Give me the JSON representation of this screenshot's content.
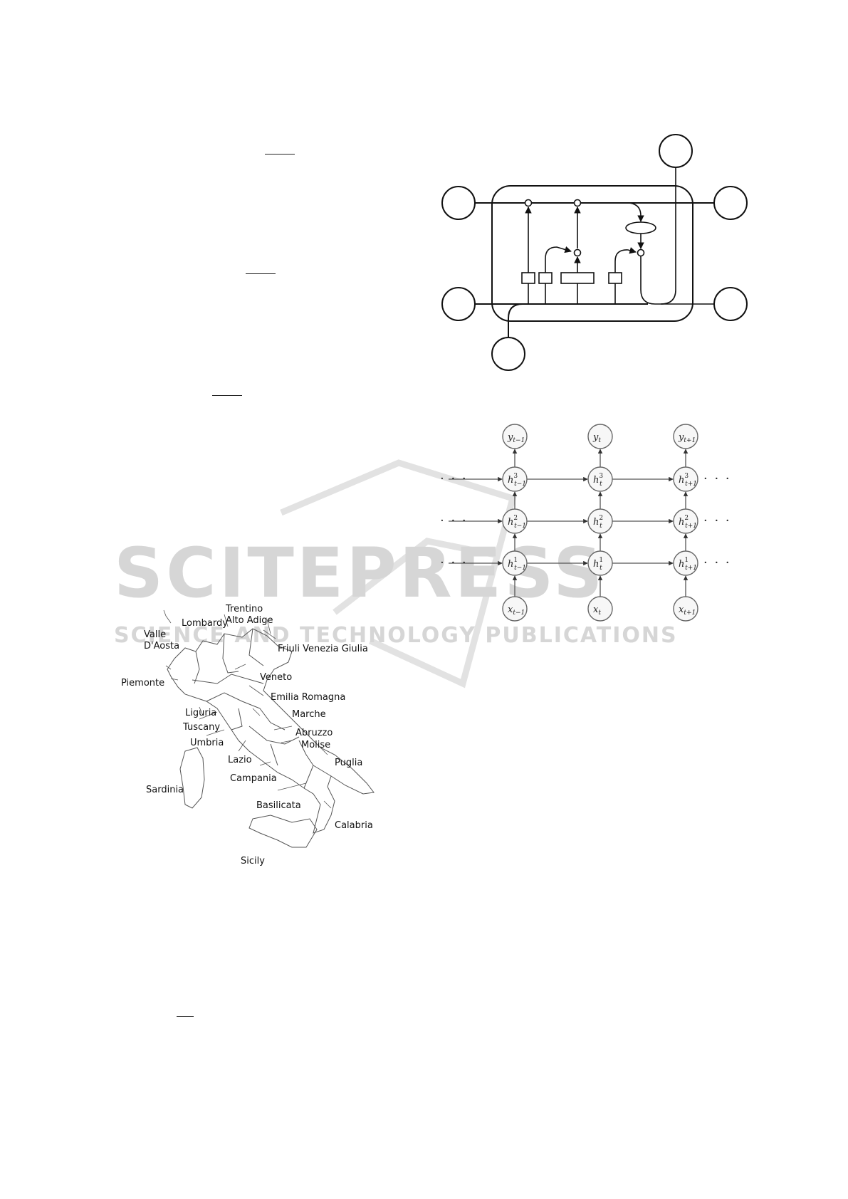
{
  "watermark": {
    "main": "SCITEPRESS",
    "sub": "SCIENCE AND TECHNOLOGY PUBLICATIONS"
  },
  "rnn_diagram": {
    "outputs": [
      {
        "base": "y",
        "sub": "t−1"
      },
      {
        "base": "y",
        "sub": "t"
      },
      {
        "base": "y",
        "sub": "t+1"
      }
    ],
    "inputs": [
      {
        "base": "x",
        "sub": "t−1"
      },
      {
        "base": "x",
        "sub": "t"
      },
      {
        "base": "x",
        "sub": "t+1"
      }
    ],
    "hidden": [
      [
        {
          "base": "h",
          "sup": "3",
          "sub": "t−1"
        },
        {
          "base": "h",
          "sup": "3",
          "sub": "t"
        },
        {
          "base": "h",
          "sup": "3",
          "sub": "t+1"
        }
      ],
      [
        {
          "base": "h",
          "sup": "2",
          "sub": "t−1"
        },
        {
          "base": "h",
          "sup": "2",
          "sub": "t"
        },
        {
          "base": "h",
          "sup": "2",
          "sub": "t+1"
        }
      ],
      [
        {
          "base": "h",
          "sup": "1",
          "sub": "t−1"
        },
        {
          "base": "h",
          "sup": "1",
          "sub": "t"
        },
        {
          "base": "h",
          "sup": "1",
          "sub": "t+1"
        }
      ]
    ],
    "ellipsis": "· · ·"
  },
  "map": {
    "regions": [
      "Trentino",
      "Alto Adige",
      "Lombardy",
      "Valle",
      "D'Aosta",
      "Friuli Venezia Giulia",
      "Piemonte",
      "Veneto",
      "Emilia Romagna",
      "Liguria",
      "Marche",
      "Tuscany",
      "Abruzzo",
      "Umbria",
      "Molise",
      "Lazio",
      "Puglia",
      "Campania",
      "Sardinia",
      "Basilicata",
      "Calabria",
      "Sicily"
    ]
  }
}
